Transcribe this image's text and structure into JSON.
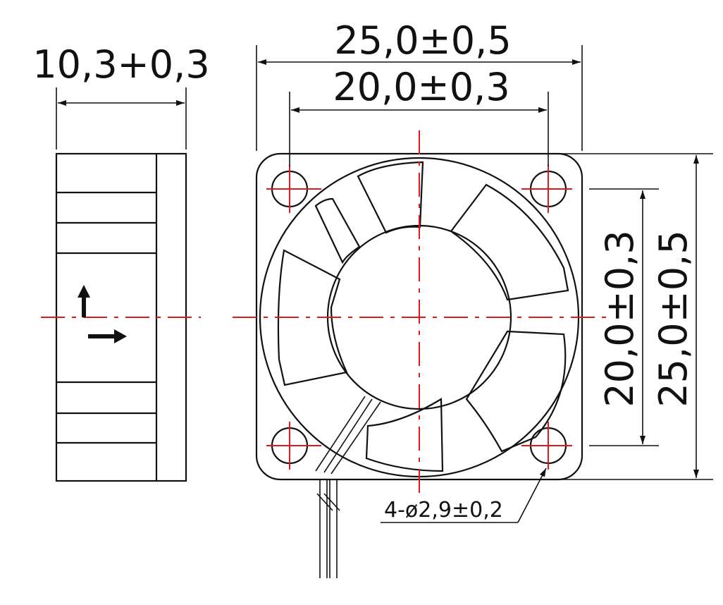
{
  "side_view": {
    "thickness_label": "10,3+0,3"
  },
  "front_view": {
    "overall_width_label": "25,0±0,5",
    "hole_spacing_width_label": "20,0±0,3",
    "hole_spacing_height_label": "20,0±0,3",
    "overall_height_label": "25,0±0,5",
    "mounting_hole_label": "4-ø2,9±0,2"
  },
  "colors": {
    "linework": "#111111",
    "center_lines": "#e0191f"
  }
}
